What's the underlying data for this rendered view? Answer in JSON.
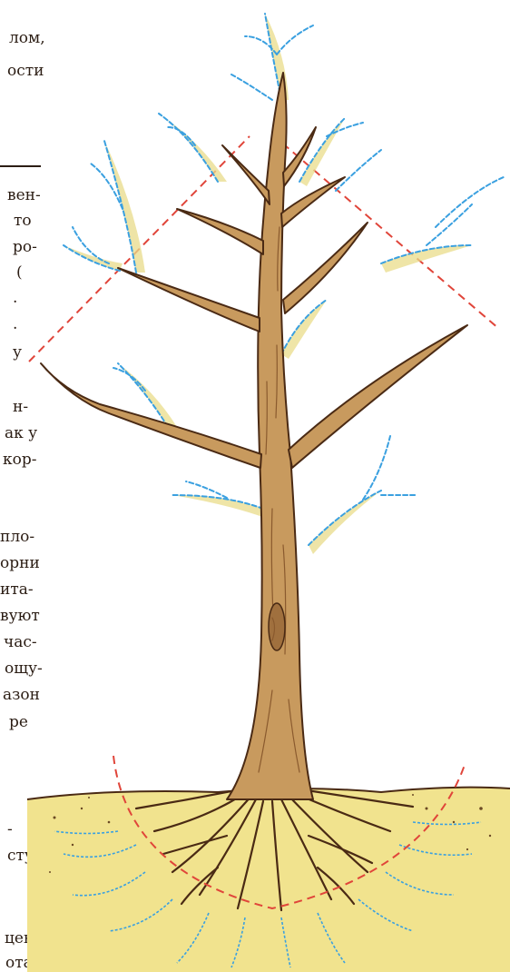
{
  "page": {
    "text_fragments": [
      "лом,",
      "ости",
      "вен-",
      "то",
      "ро-",
      "(",
      ".",
      ".",
      "у",
      "н-",
      "ак у",
      "кор-",
      "пло-",
      "орни",
      "ита-",
      "вуют",
      "час-",
      "ощу-",
      "азон",
      "ре",
      "-",
      "сту-",
      "цен-",
      "ота"
    ]
  },
  "illustration": {
    "colors": {
      "trunk": "#c89a5e",
      "trunk_dark": "#8a5a2e",
      "outline": "#4a2a14",
      "new_growth": "#3aa0e0",
      "new_growth_fill": "#e9dc8a",
      "soil": "#f1e38e",
      "soil_dark": "#d9c060",
      "guide_line": "#e0453a"
    }
  }
}
